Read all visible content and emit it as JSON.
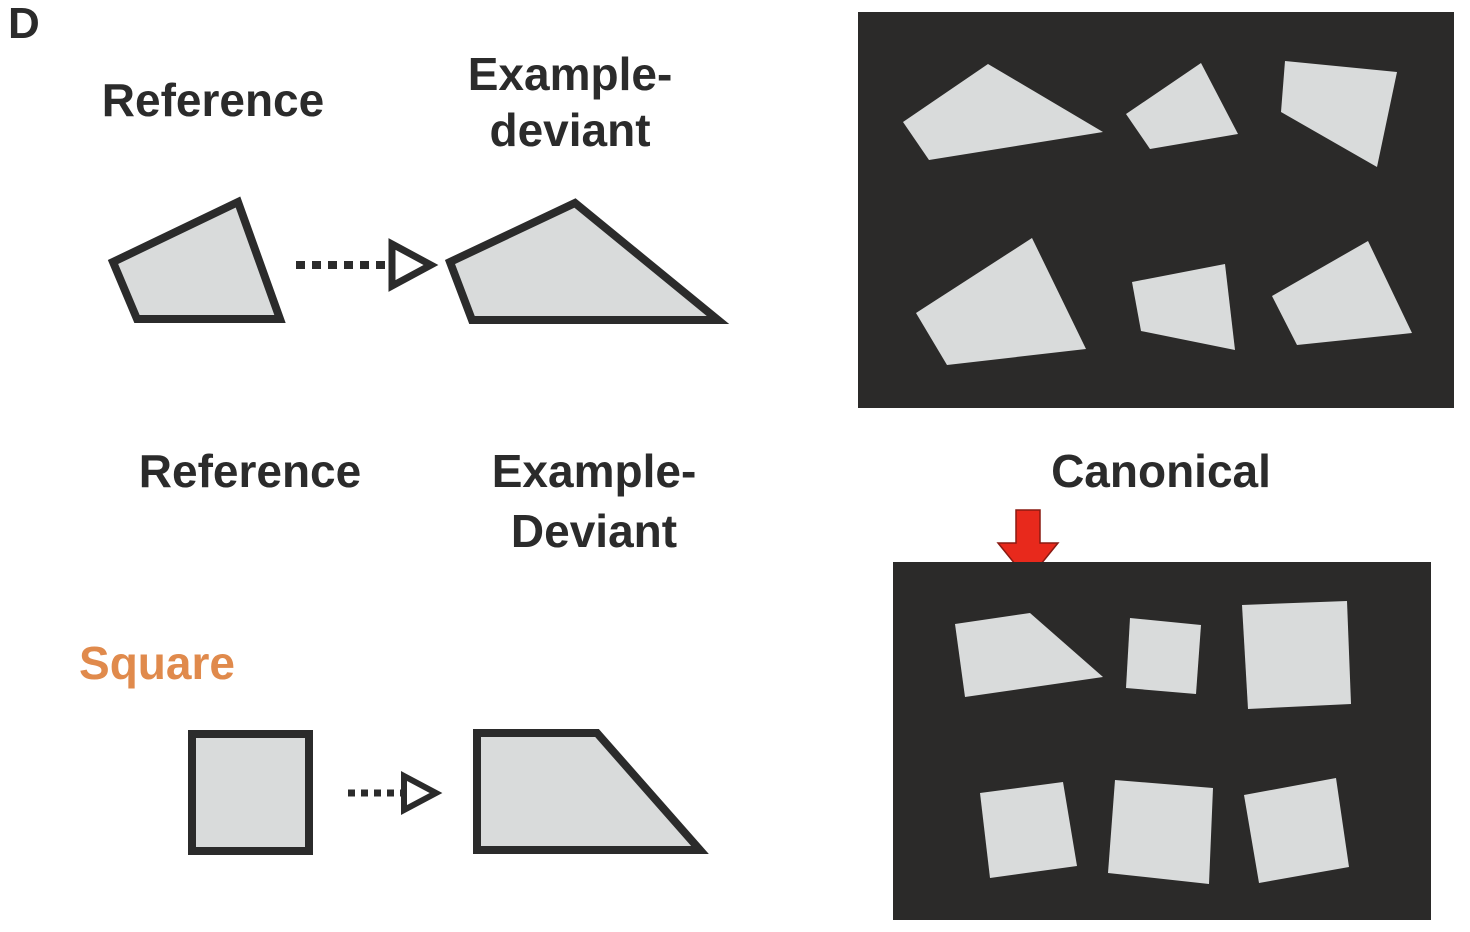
{
  "panel_letter": "D",
  "colors": {
    "text": "#2b2b2b",
    "category_label": "#e08a4c",
    "shape_fill": "#d9dbdb",
    "panel_background": "#2b2a29",
    "marker_arrow": "#e8291c"
  },
  "top_row": {
    "reference_label": "Reference",
    "deviant_label_line1": "Example-",
    "deviant_label_line2": "deviant"
  },
  "bottom_row": {
    "reference_label": "Reference",
    "deviant_label_line1": "Example-",
    "deviant_label_line2": "Deviant",
    "category_label": "Square",
    "display_label": "Canonical"
  },
  "icons": {
    "transform_arrow": "dotted-arrow-icon",
    "target_marker": "down-arrow-icon"
  }
}
